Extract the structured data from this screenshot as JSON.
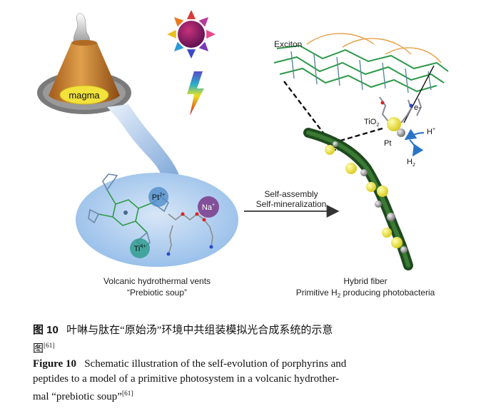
{
  "figure": {
    "magma_label": "magma",
    "ions": {
      "pt": {
        "base": "Pt",
        "sup": "2+"
      },
      "na": {
        "base": "Na",
        "sup": "+"
      },
      "ti": {
        "base": "Ti",
        "sup": "4+"
      }
    },
    "vents_line1": "Volcanic hydrothermal vents",
    "vents_line2": "“Prebiotic soup”",
    "arrow_line1": "Self-assembly",
    "arrow_line2": "Self-mineralization",
    "exciton": "Exciton",
    "electron": "e-",
    "tio2": {
      "base": "TiO",
      "sub": "2"
    },
    "hplus": {
      "base": "H",
      "sup": "+"
    },
    "pt_label": "Pt",
    "h2": {
      "base": "H",
      "sub": "2"
    },
    "fiber_line1": "Hybrid fiber",
    "fiber_line2": {
      "pre": "Primitive H",
      "sub": "2",
      "post": " producing photobacteria"
    }
  },
  "caption": {
    "cn_label": "图 10",
    "cn_text": "叶啉与肽在“原始汤”环境中共组装模拟光合成系统的示意",
    "cn_text_cont": "图",
    "cn_ref": "[61]",
    "en_label": "Figure 10",
    "en_text_line1": "Schematic illustration of the self-evolution of porphyrins and",
    "en_text_line2": "peptides to a model of a primitive photosystem in a volcanic hydrother-",
    "en_text_line3": "mal “prebiotic soup”",
    "en_ref": "[61]"
  },
  "colors": {
    "volcano": "#c8802c",
    "magma": "#f2e23c",
    "soup": "#a9c9ee",
    "fiber": "#2e5a2a",
    "porphyrin": "#2e9a4a",
    "sun": "#8a1a5c",
    "yellow_ball": "#f2ea35",
    "gray_ball": "#9a9a9a"
  }
}
